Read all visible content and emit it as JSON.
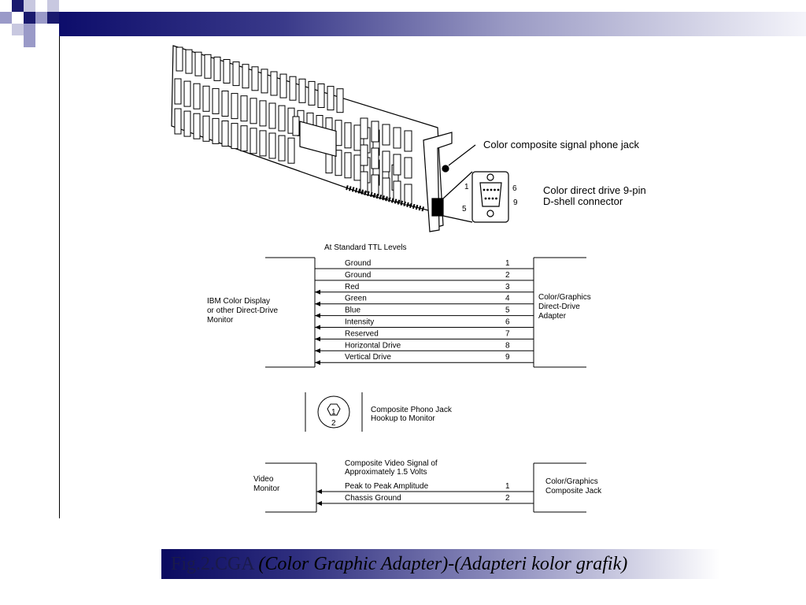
{
  "card_labels": {
    "phone_jack": "Color composite signal phone jack",
    "dshell_line1": "Color direct drive 9-pin",
    "dshell_line2": "D-shell connector",
    "pin1": "1",
    "pin6": "6",
    "pin5": "5",
    "pin9": "9"
  },
  "ttl": {
    "title": "At Standard TTL Levels",
    "left_label": [
      "IBM Color Display",
      "or other Direct-Drive",
      "Monitor"
    ],
    "right_label": [
      "Color/Graphics",
      "Direct-Drive",
      "Adapter"
    ],
    "signals": [
      {
        "name": "Ground",
        "pin": "1"
      },
      {
        "name": "Ground",
        "pin": "2"
      },
      {
        "name": "Red",
        "pin": "3"
      },
      {
        "name": "Green",
        "pin": "4"
      },
      {
        "name": "Blue",
        "pin": "5"
      },
      {
        "name": "Intensity",
        "pin": "6"
      },
      {
        "name": "Reserved",
        "pin": "7"
      },
      {
        "name": "Horizontal Drive",
        "pin": "8"
      },
      {
        "name": "Vertical Drive",
        "pin": "9"
      }
    ]
  },
  "phono": {
    "pin_top": "1",
    "pin_bottom": "2",
    "label": [
      "Composite Phono Jack",
      "Hookup to Monitor"
    ]
  },
  "composite": {
    "header": [
      "Composite Video Signal of",
      "Approximately 1.5 Volts"
    ],
    "left_label": [
      "Video",
      "Monitor"
    ],
    "right_label": [
      "Color/Graphics",
      "Composite Jack"
    ],
    "signals": [
      {
        "name": "Peak to Peak Amplitude",
        "pin": "1"
      },
      {
        "name": "Chassis Ground",
        "pin": "2"
      }
    ]
  },
  "caption": {
    "prefix": "Fig.2.CGA ",
    "rest": "(Color Graphic Adapter)-(Adapteri kolor grafik)"
  }
}
